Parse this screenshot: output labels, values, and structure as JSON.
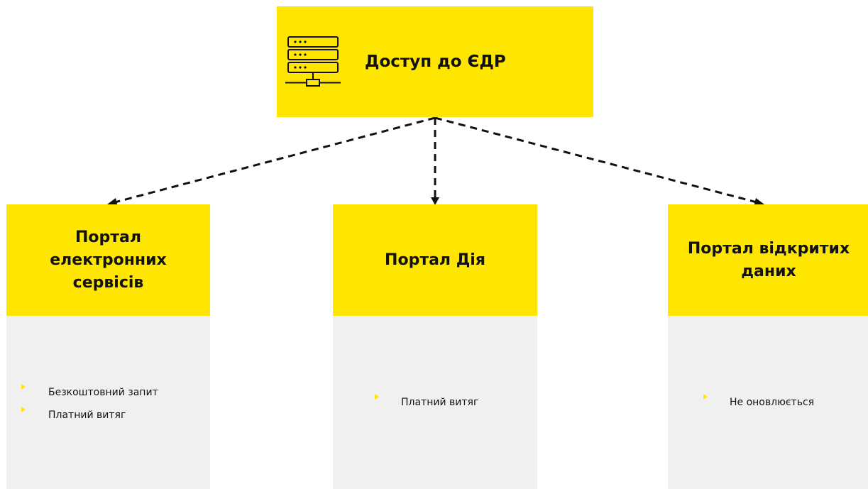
{
  "colors": {
    "accent": "#FFE600",
    "panel": "#F0F0F0",
    "text": "#111111",
    "arrow": "#111111"
  },
  "top": {
    "icon": "server-rack-icon",
    "title": "Доступ до ЄДР"
  },
  "portals": [
    {
      "title": "Портал електронних сервісів",
      "bullets": [
        "Безкоштовний запит",
        "Платний витяг"
      ]
    },
    {
      "title": "Портал Дія",
      "bullets": [
        "Платний витяг"
      ]
    },
    {
      "title": "Портал відкритих даних",
      "bullets": [
        "Не оновлюється"
      ]
    }
  ]
}
